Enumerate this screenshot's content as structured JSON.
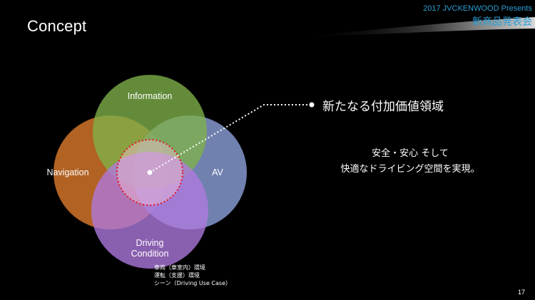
{
  "slide": {
    "title": "Concept",
    "brand": {
      "line1": "2017 JVCKENWOOD Presents",
      "line2": "新商品発表会"
    },
    "page_number": "17"
  },
  "venn": {
    "circles": [
      {
        "label": "Information",
        "color": "#6aa03c"
      },
      {
        "label": "Navigation",
        "color": "#d9782a"
      },
      {
        "label": "AV",
        "color": "#8a9dd6"
      },
      {
        "label": "Driving",
        "label2": "Condition",
        "color": "#a66ad8"
      }
    ],
    "center_highlight_color": "#e01b24"
  },
  "callout": {
    "headline": "新たなる付加価値領域",
    "description_line1": "安全・安心 そして",
    "description_line2": "快適なドライビング空間を実現。"
  },
  "notes": [
    "車両（車室内）環境",
    "運転（支援）環境",
    "シーン（Driving Use Case）"
  ]
}
